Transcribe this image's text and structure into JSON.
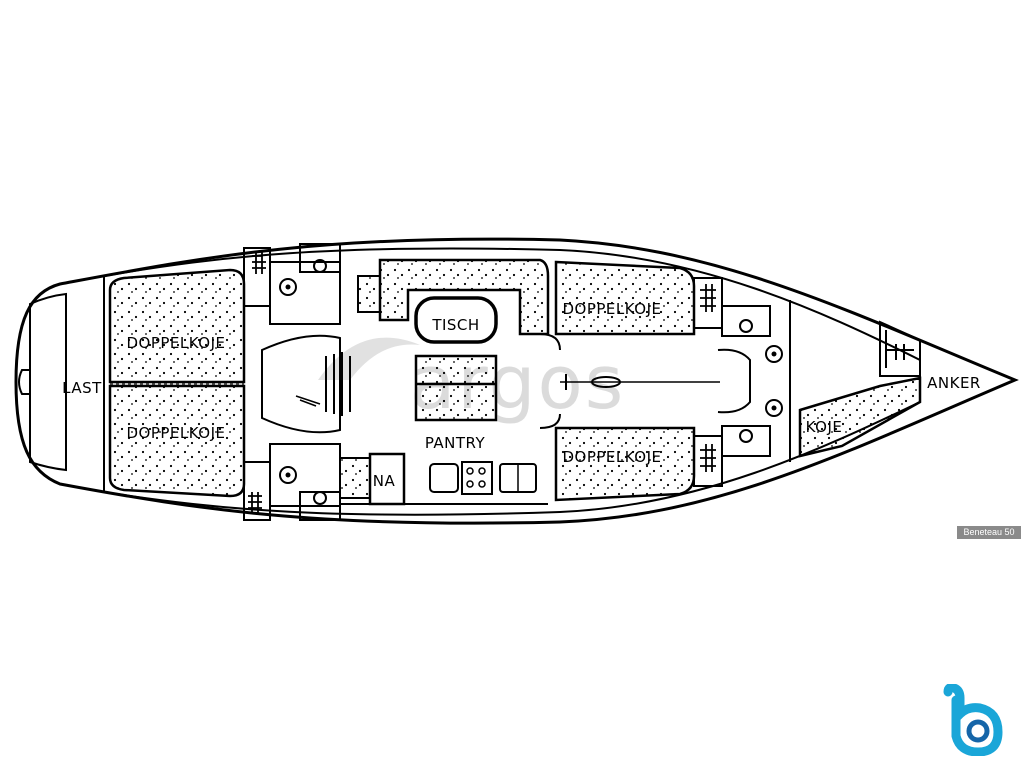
{
  "labels": {
    "doppelkoje_aft_top": "DOPPELKOJE",
    "doppelkoje_aft_bottom": "DOPPELKOJE",
    "last": "LAST",
    "tisch": "TISCH",
    "pantry": "PANTRY",
    "na": "NA",
    "doppelkoje_fwd_top": "DOPPELKOJE",
    "doppelkoje_fwd_bottom": "DOPPELKOJE",
    "koje": "KOJE",
    "anker": "ANKER"
  },
  "watermark": "argos",
  "caption": "Beneteau 50",
  "colors": {
    "line": "#000000",
    "caption_bg": "#8a8a8a",
    "logo_blue": "#1aa6d8",
    "logo_dark": "#1565a8"
  }
}
